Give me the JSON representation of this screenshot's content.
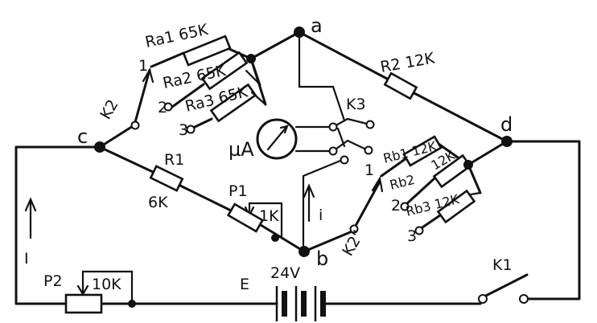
{
  "nodes": {
    "a": "a",
    "b": "b",
    "c": "c",
    "d": "d"
  },
  "resistors": {
    "ra1": "Ra1 65K",
    "ra2": "Ra2 65K",
    "ra3": "Ra3 65K",
    "r2": "R2 12K",
    "r1_name": "R1",
    "r1_value": "6K",
    "rb1": "Rb1 12K",
    "rb2_name": "Rb2",
    "rb2_value": "12K",
    "rb3": "Rb3 12K",
    "p1_name": "P1",
    "p1_value": "1K",
    "p2_name": "P2",
    "p2_value": "10K"
  },
  "switches": {
    "k2": "K2",
    "k2b": "K2\"",
    "k3": "K3",
    "k1": "K1"
  },
  "positions": {
    "a1": "1",
    "a2": "2",
    "a3": "3",
    "b1": "1",
    "b2": "2",
    "b3": "3"
  },
  "meter": {
    "label": "µA"
  },
  "source": {
    "name": "E",
    "voltage": "24V"
  },
  "currents": {
    "total": "I",
    "branch": "i"
  }
}
